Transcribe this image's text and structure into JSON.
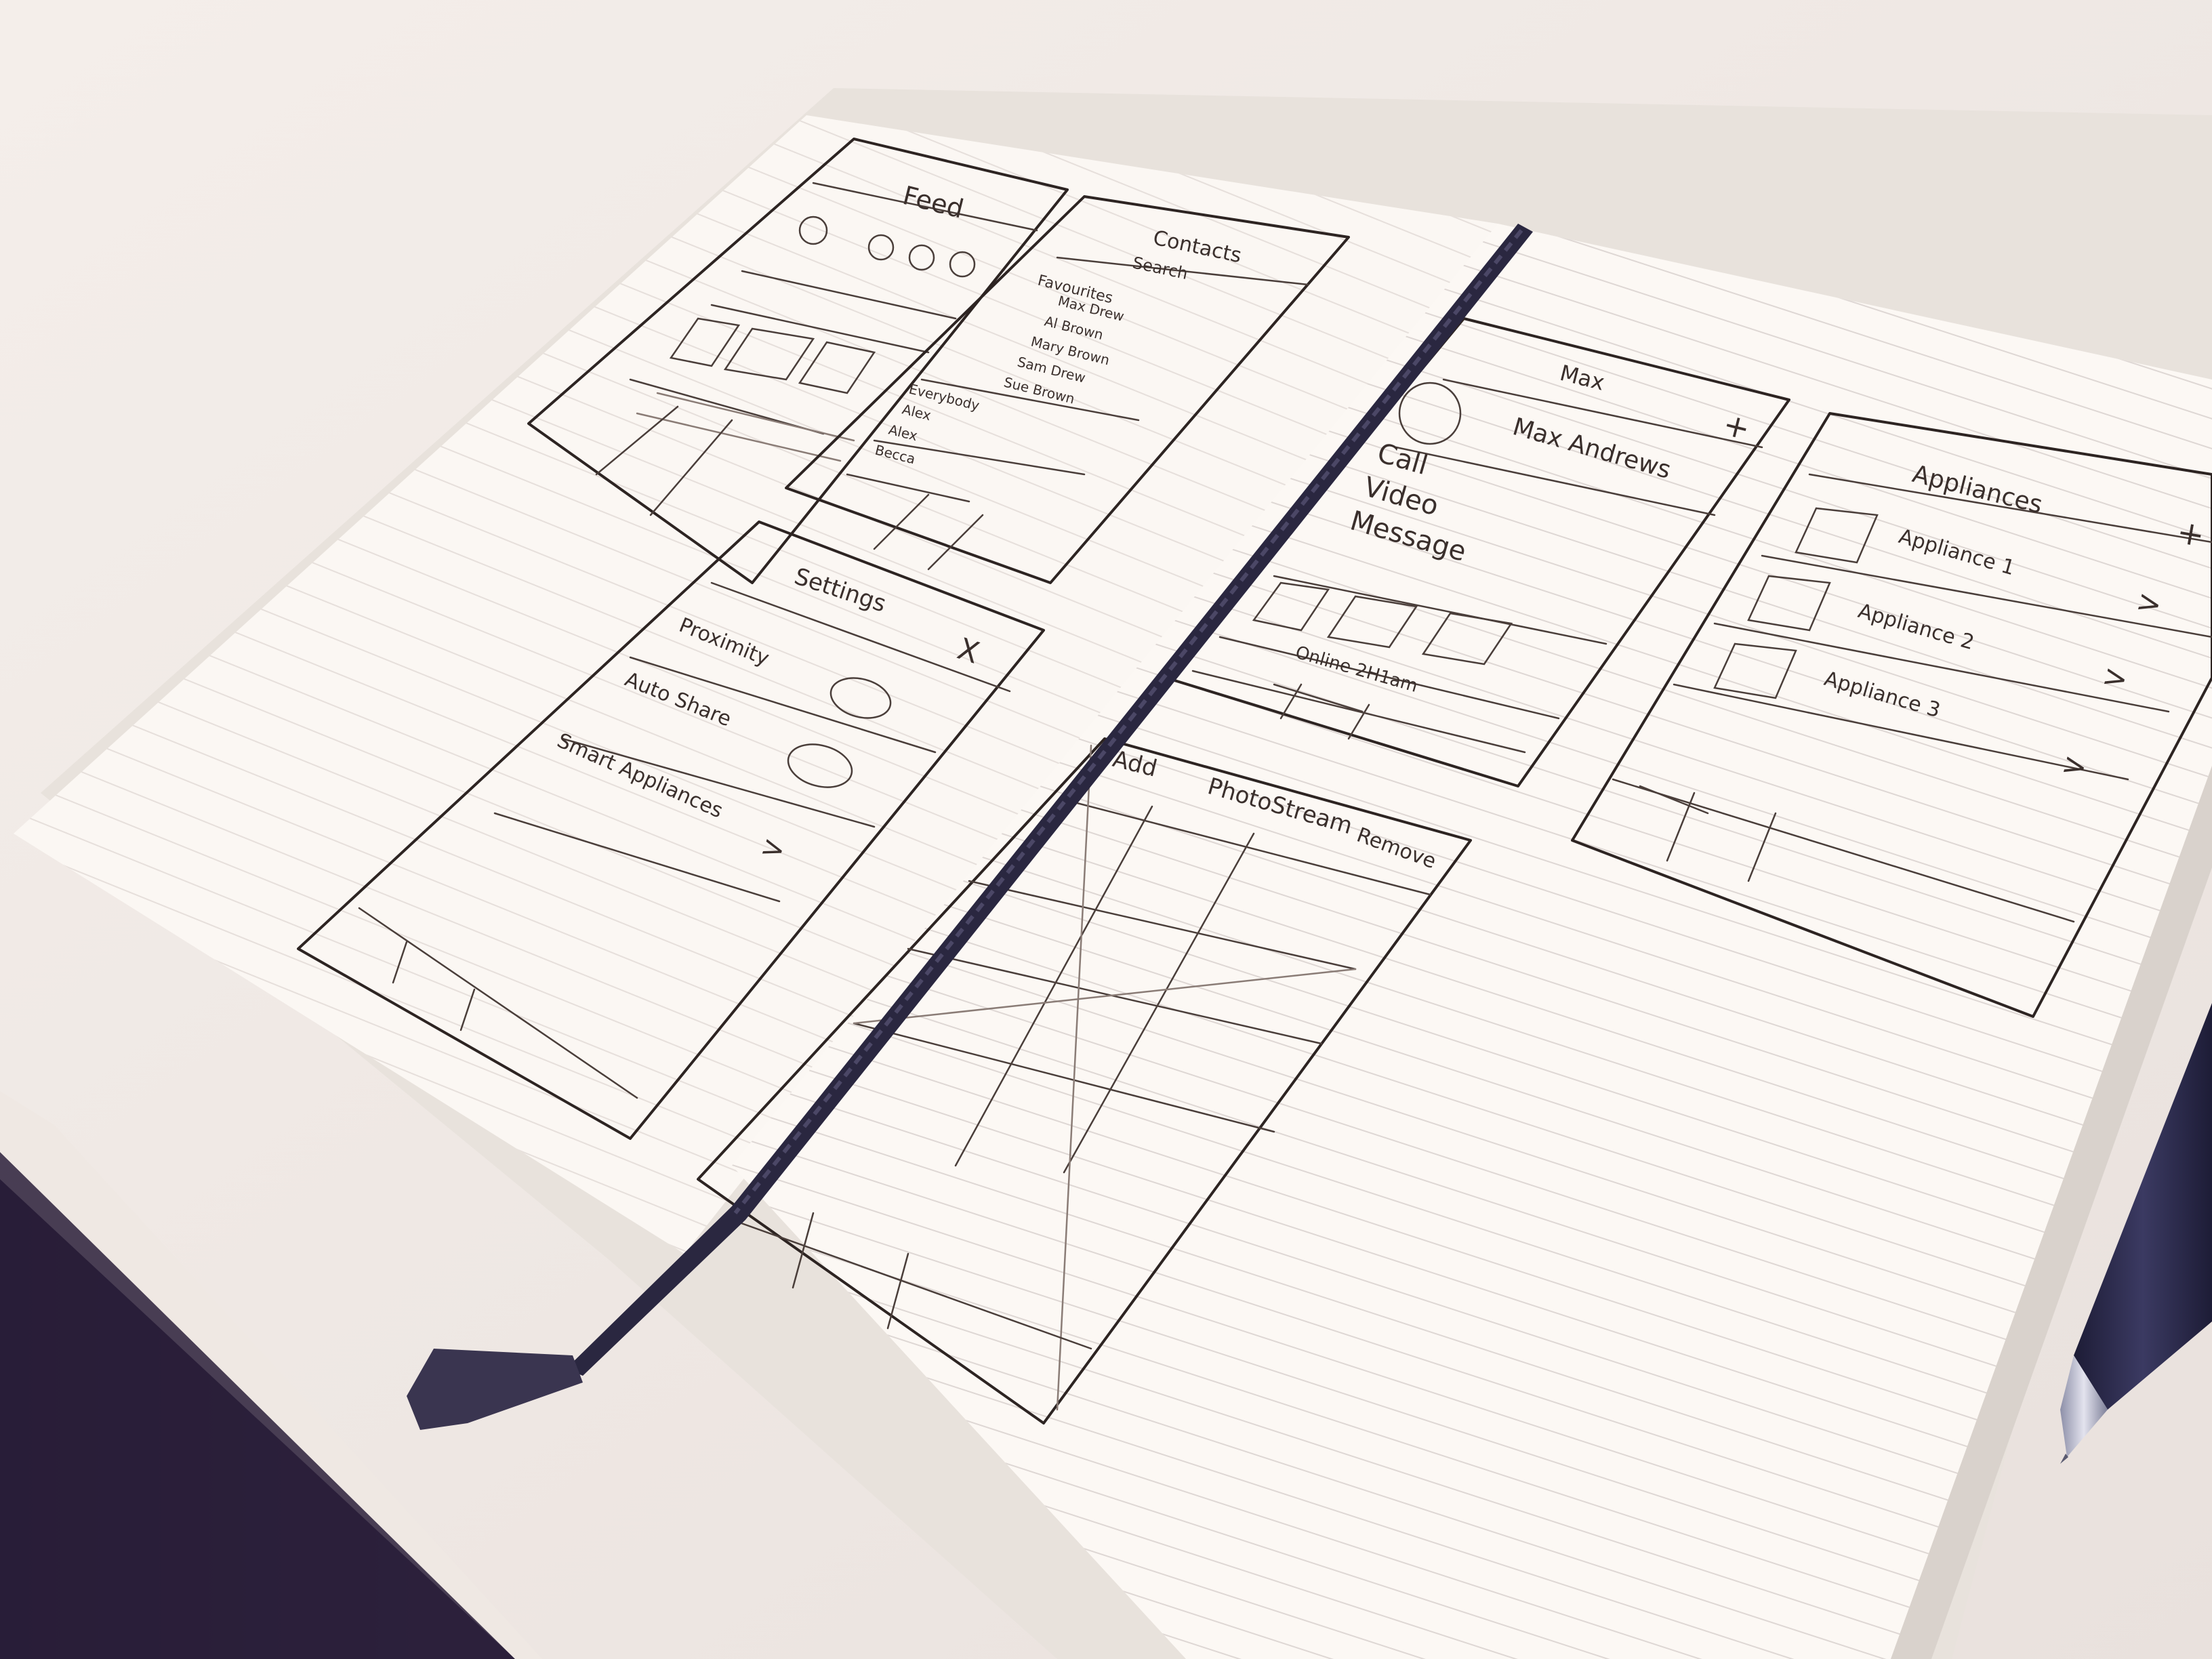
{
  "photo": {
    "subject": "hand-drawn mobile app wireframes in an open notebook"
  },
  "colors": {
    "desk": "#f1ebe6",
    "paper": "#fbf7f3",
    "ink": "#2d2422",
    "ribbon": "#2a2740",
    "pen": "#2b2a4a",
    "shadow": "#2a1f3a"
  },
  "sketches": {
    "feed": {
      "title": "Feed"
    },
    "contacts": {
      "title": "Contacts",
      "search": "Search",
      "section_a": "Favourites",
      "favourites": [
        "Max Drew",
        "Al Brown",
        "Mary Brown",
        "Sam Drew",
        "Sue Brown"
      ],
      "section_b": "Everybody",
      "everybody": [
        "Alex",
        "Alex",
        "Becca"
      ]
    },
    "settings": {
      "title": "Settings",
      "close": "X",
      "rows": [
        "Proximity",
        "Auto Share",
        "Smart Appliances"
      ],
      "chevron": ">"
    },
    "max": {
      "title": "Max",
      "plus": "+",
      "name": "Max Andrews",
      "actions": [
        "Call",
        "Video",
        "Message"
      ],
      "status": "Online 2H1am"
    },
    "photostream": {
      "add": "Add",
      "title": "PhotoStream",
      "remove": "Remove"
    },
    "appliances": {
      "title": "Appliances",
      "plus": "+",
      "items": [
        "Appliance 1",
        "Appliance 2",
        "Appliance 3"
      ],
      "chevron": ">"
    }
  }
}
